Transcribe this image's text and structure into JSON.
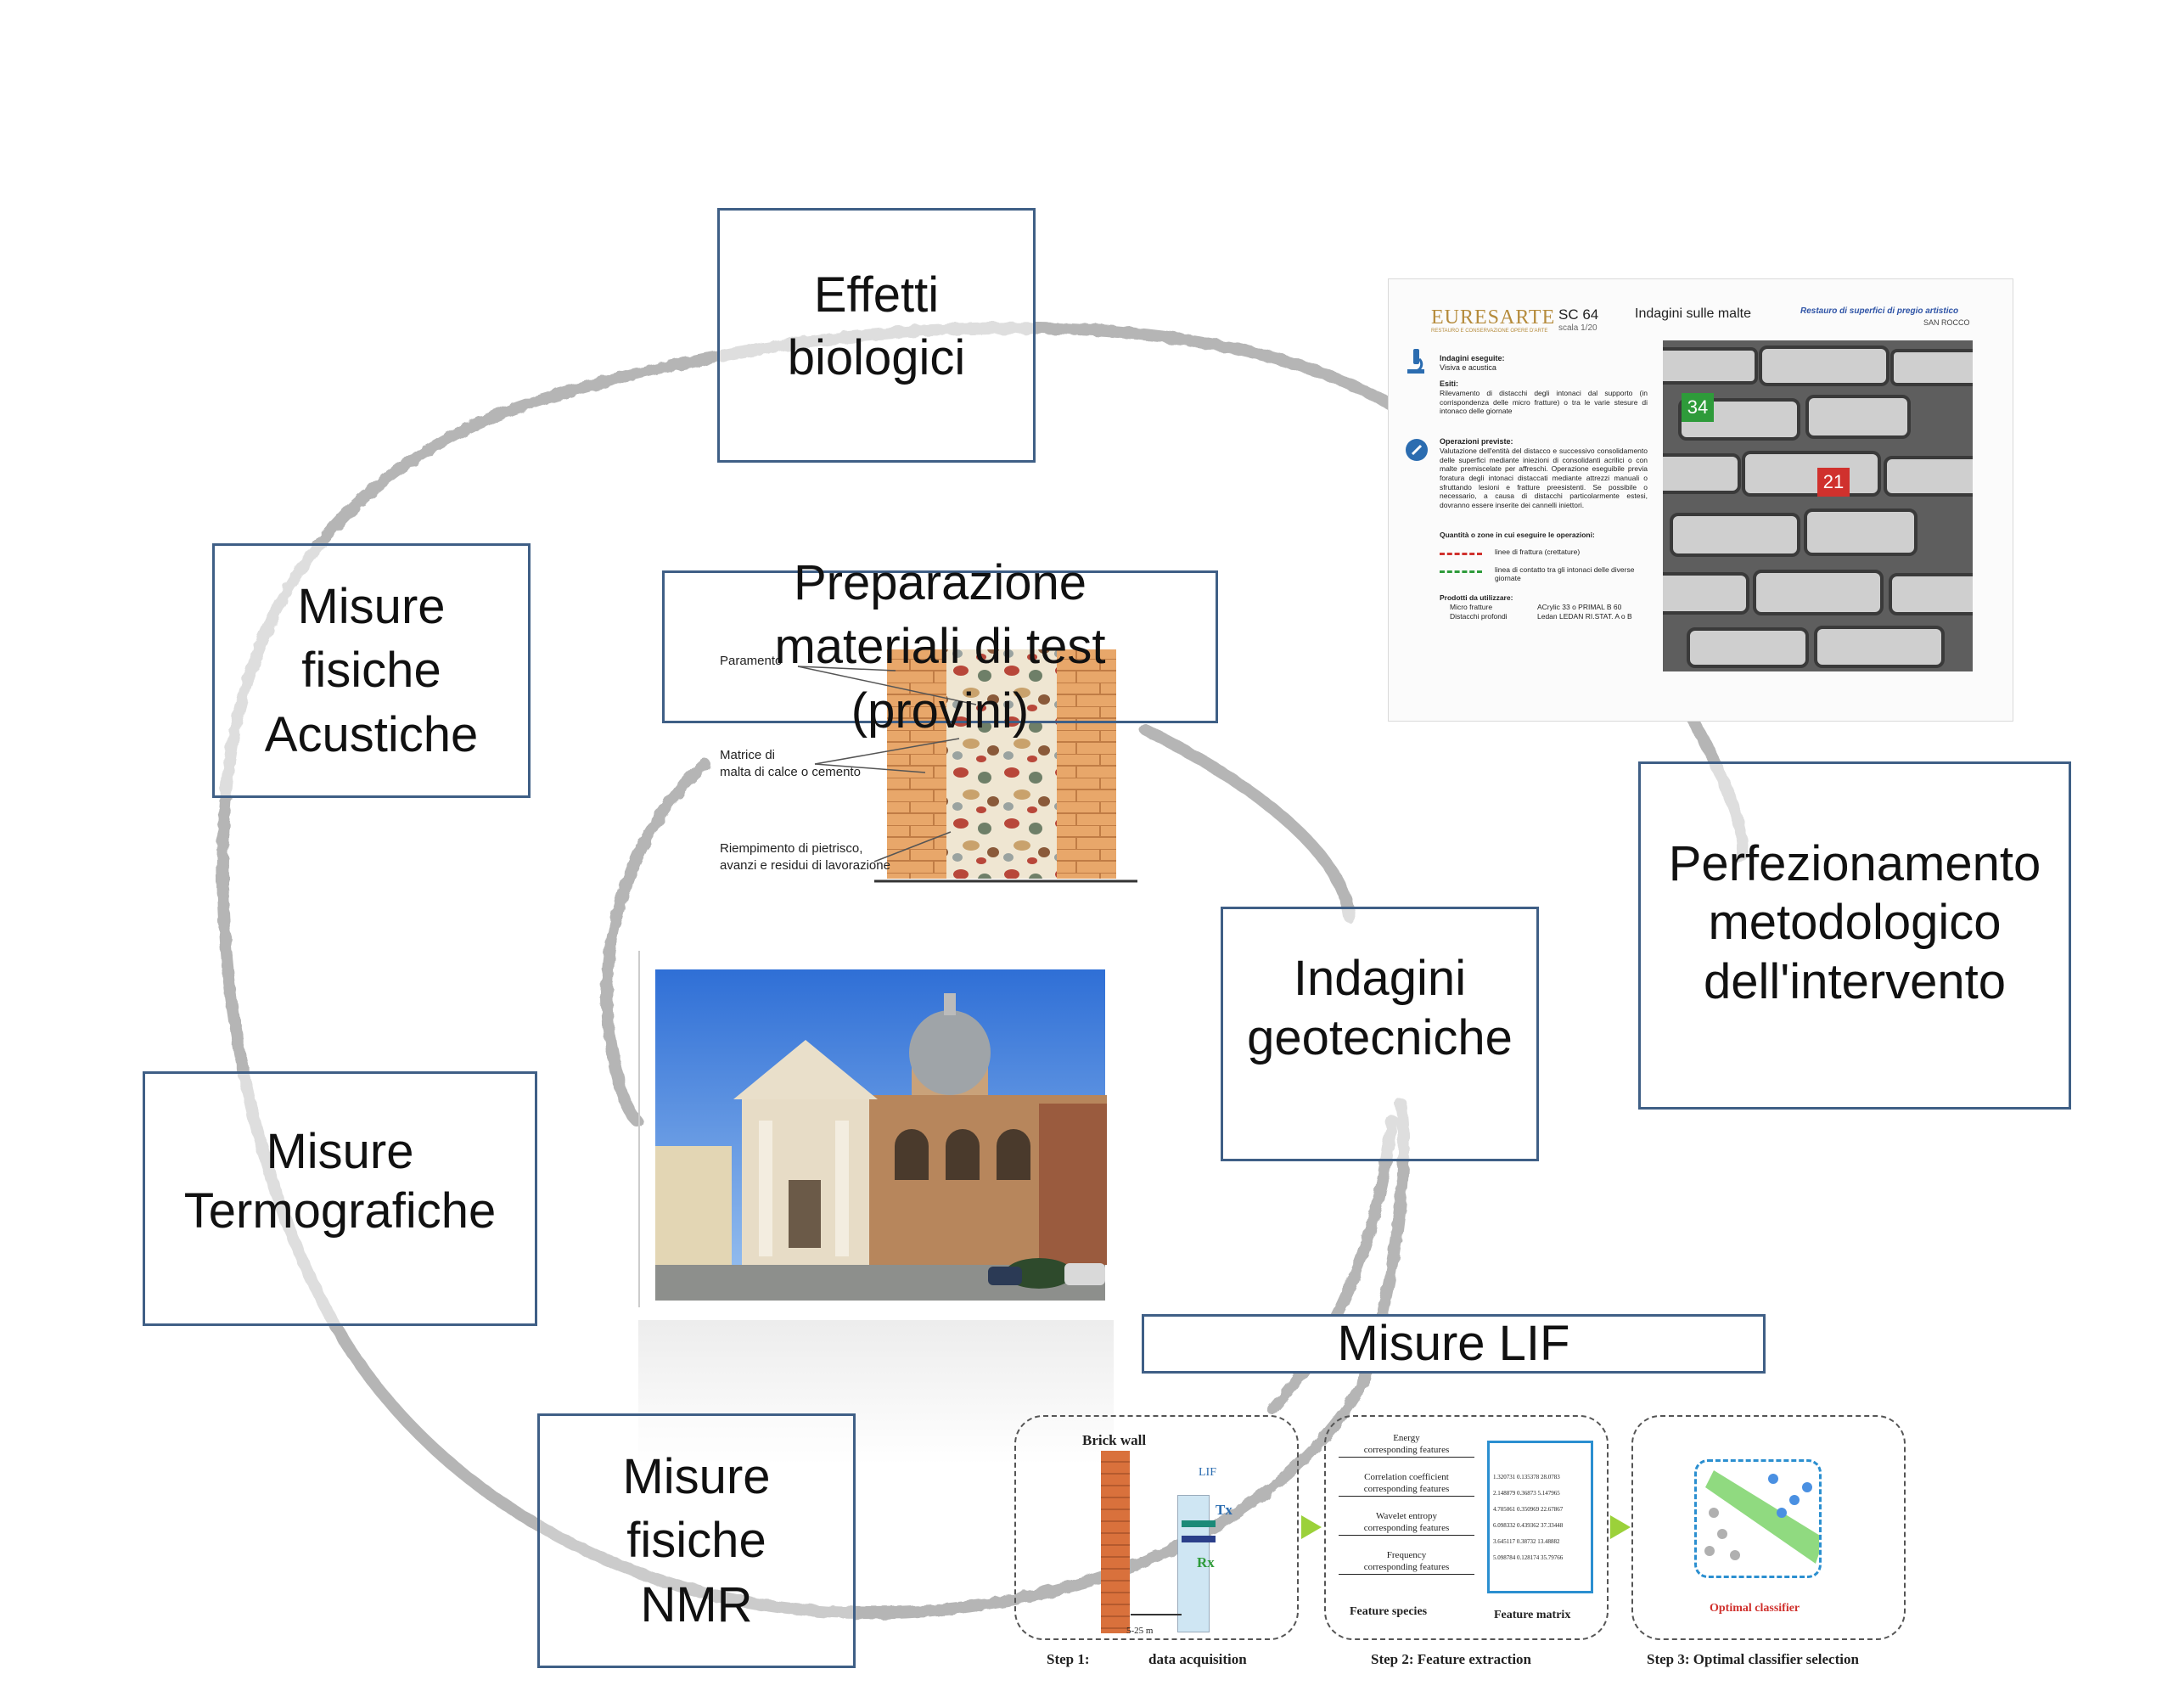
{
  "nodes": {
    "effetti": "Effetti\nbiologici",
    "acustiche": "Misure\nfisiche\nAcustiche",
    "preparazione": "Preparazione\nmateriali di test\n(provini)",
    "indagini": "Indagini\ngeotecniche",
    "perfezionamento": "Perfezionamento\nmetodologico\ndell'intervento",
    "termografiche": "Misure\nTermografiche",
    "lif": "Misure LIF",
    "nmr": "Misure\nfisiche\nNMR"
  },
  "wall_section": {
    "label_paramento": "Paramento",
    "label_matrice": "Matrice di\nmalta di calce o cemento",
    "label_riempimento": "Riempimento di pietrisco,\navanzi e residui di lavorazione"
  },
  "survey_sheet": {
    "brand": "EURESARTE",
    "brand_sub": "RESTAURO E CONSERVAZIONE OPERE D'ARTE",
    "code": "SC 64",
    "scale": "scala 1/20",
    "title": "Indagini sulle malte",
    "project": "Restauro di superfici di pregio artistico",
    "site": "SAN ROCCO",
    "h_indagini": "Indagini eseguite:",
    "indagini": "Visiva e acustica",
    "h_esiti": "Esiti:",
    "esiti": "Rilevamento di distacchi degli intonaci dal supporto (in corrispondenza delle micro fratture) o tra le varie stesure di intonaco delle giornate",
    "h_operazioni": "Operazioni previste:",
    "operazioni": "Valutazione dell'entità del distacco e successivo consolidamento delle superfici mediante iniezioni di consolidanti acrilici o con malte premiscelate per affreschi. Operazione eseguibile previa foratura degli intonaci distaccati mediante attrezzi manuali o sfruttando lesioni e fratture preesistenti. Se possibile o necessario, a causa di distacchi particolarmente estesi, dovranno essere inserite dei cannelli iniettori.",
    "h_quantita": "Quantità o zone in cui eseguire le operazioni:",
    "legend_red": "linee di frattura (crettature)",
    "legend_green": "linea di contatto tra gli intonaci delle diverse giornate",
    "h_prodotti": "Prodotti da utilizzare:",
    "prod_1a": "Micro fratture",
    "prod_1b": "ACrylic 33 o PRIMAL B 60",
    "prod_2a": "Distacchi profondi",
    "prod_2b": "Ledan LEDAN RI.STAT. A o B",
    "marker_green": "34",
    "marker_red": "21",
    "green_color": "#2e9b3a",
    "red_color": "#d0312d"
  },
  "lif_pipeline": {
    "brick_wall": "Brick wall",
    "lif": "LIF",
    "tx": "Tx",
    "rx": "Rx",
    "distance": "5-25 m",
    "step1": "Step 1:",
    "step1b": "data acquisition",
    "features": [
      "Energy\ncorresponding features",
      "Correlation coefficient\ncorresponding features",
      "Wavelet entropy\ncorresponding features",
      "Frequency\ncorresponding features"
    ],
    "feature_species": "Feature species",
    "feature_matrix": "Feature matrix",
    "matrix_rows": [
      "1.320731  0.135378  28.0783",
      "2.148879  0.36873  5.147965",
      "4.705061  0.350969  22.67867",
      "6.098332  0.439362  37.33448",
      "3.645117  0.38732  13.48882",
      "5.098784  0.128174  35.79766"
    ],
    "step2": "Step 2: Feature extraction",
    "optimal": "Optimal classifier",
    "step3": "Step 3: Optimal classifier selection"
  },
  "colors": {
    "box_border": "#3f5f86",
    "spiral": "#a9a9a9"
  }
}
